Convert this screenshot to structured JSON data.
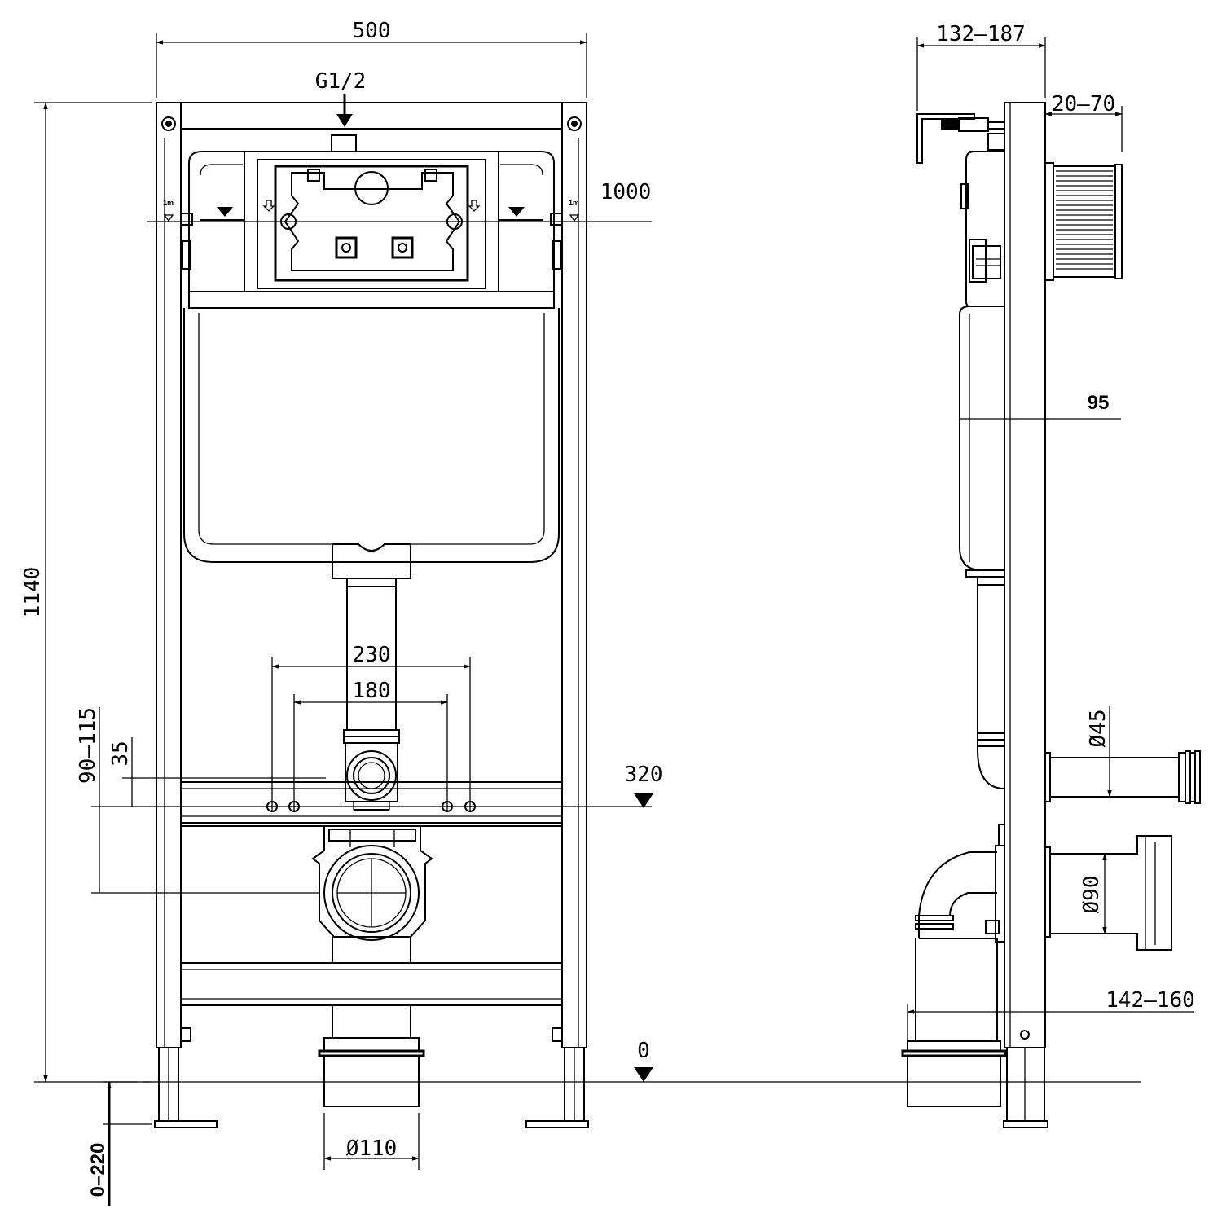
{
  "front_view": {
    "dimensions": {
      "width": "500",
      "height": "1140",
      "water_inlet": "G1/2",
      "button_height": "1000",
      "outer_bolt_spacing": "230",
      "inner_bolt_spacing": "180",
      "bolt_height": "320",
      "floor_level": "0",
      "bolt_to_outlet": "90–115",
      "bolt_pair_offset": "35",
      "leg_adjustment": "0–220",
      "outlet_diameter": "Ø110"
    },
    "level_marks": [
      "1m",
      "1m"
    ]
  },
  "side_view": {
    "dimensions": {
      "button_depth": "132–187",
      "wall_thickness": "20–70",
      "cistern_depth": "95",
      "inlet_pipe_diameter": "Ø45",
      "outlet_pipe_diameter": "Ø90",
      "outlet_projection": "142–160"
    }
  }
}
